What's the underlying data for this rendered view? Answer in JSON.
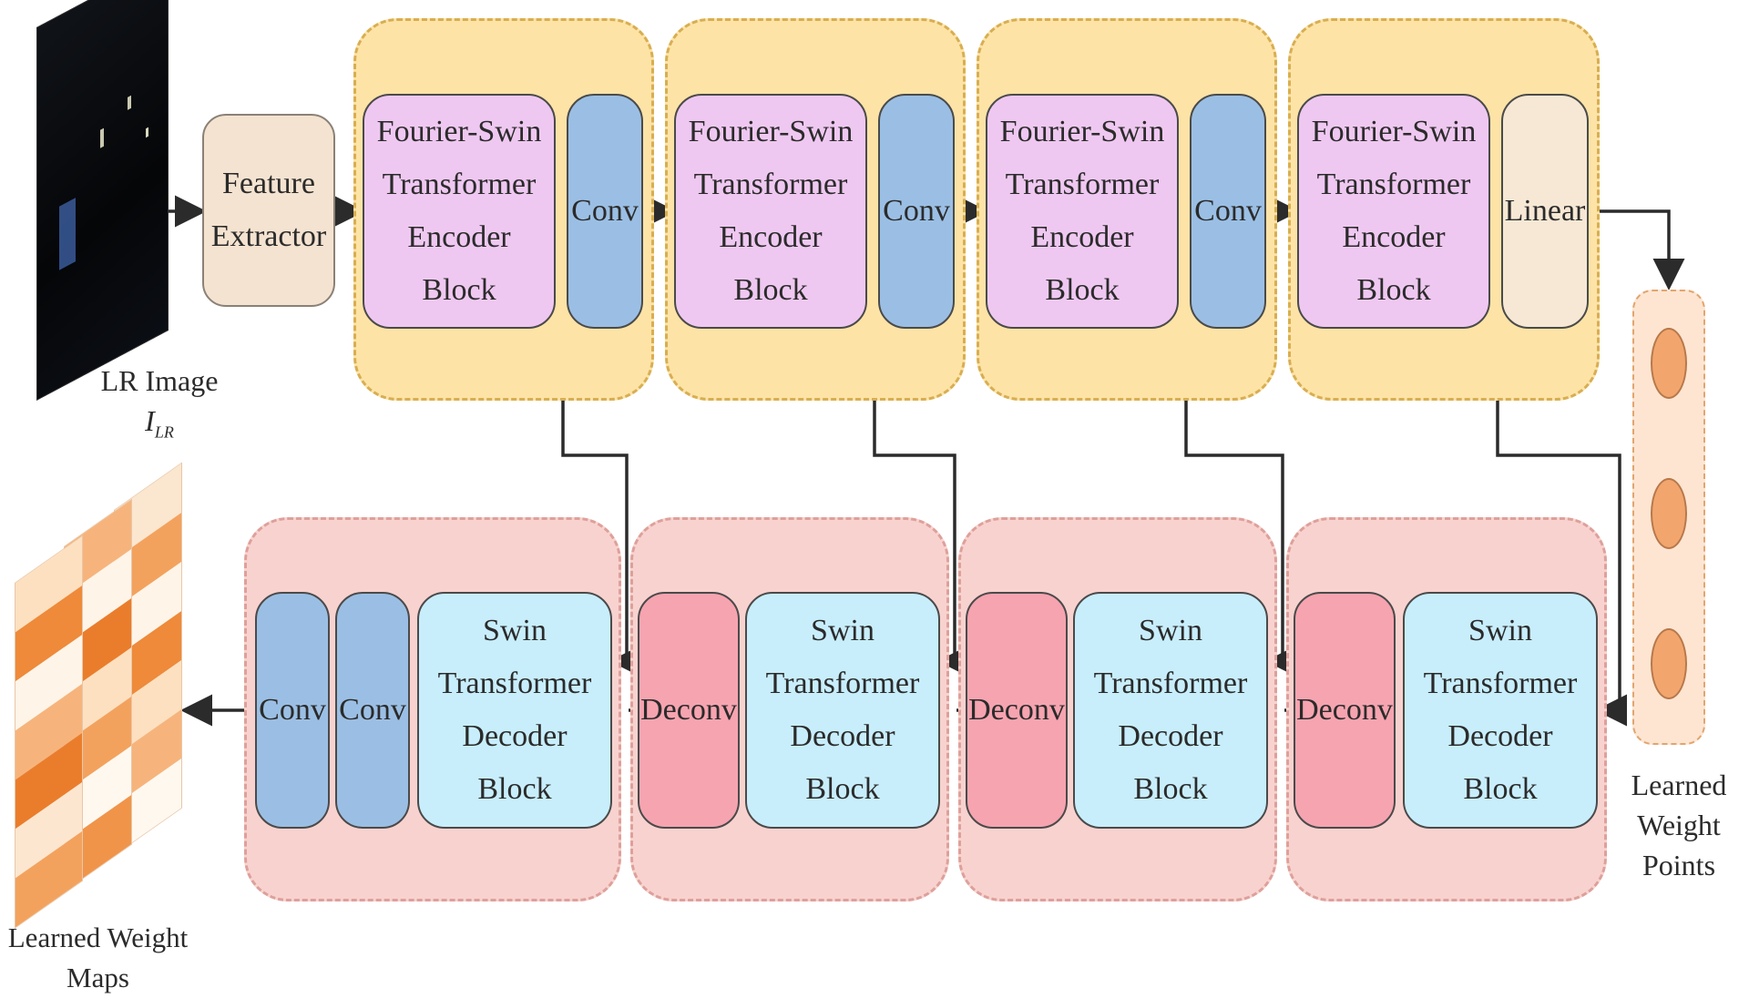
{
  "input": {
    "label_main": "LR Image ",
    "label_sym": "I",
    "label_sub": "LR"
  },
  "feature_extractor": {
    "lines": [
      "Feature",
      "Extractor"
    ]
  },
  "encoder": {
    "stages": [
      {
        "block_lines": [
          "Fourier-Swin",
          "Transformer",
          "Encoder",
          "Block"
        ],
        "side_label": "Conv"
      },
      {
        "block_lines": [
          "Fourier-Swin",
          "Transformer",
          "Encoder",
          "Block"
        ],
        "side_label": "Conv"
      },
      {
        "block_lines": [
          "Fourier-Swin",
          "Transformer",
          "Encoder",
          "Block"
        ],
        "side_label": "Conv"
      },
      {
        "block_lines": [
          "Fourier-Swin",
          "Transformer",
          "Encoder",
          "Block"
        ],
        "side_label": "Linear"
      }
    ]
  },
  "decoder": {
    "head": {
      "conv1": "Conv",
      "conv2": "Conv",
      "block_lines": [
        "Swin",
        "Transformer",
        "Decoder",
        "Block"
      ]
    },
    "stages": [
      {
        "up_label": "Deconv",
        "block_lines": [
          "Swin",
          "Transformer",
          "Decoder",
          "Block"
        ]
      },
      {
        "up_label": "Deconv",
        "block_lines": [
          "Swin",
          "Transformer",
          "Decoder",
          "Block"
        ]
      },
      {
        "up_label": "Deconv",
        "block_lines": [
          "Swin",
          "Transformer",
          "Decoder",
          "Block"
        ]
      }
    ]
  },
  "weight_points": {
    "lines": [
      "Learned",
      "Weight Points"
    ]
  },
  "weight_maps": {
    "label": "Learned Weight Maps"
  },
  "colors": {
    "encoder_group": "#fde3a6",
    "decoder_group": "#f8d2cf",
    "fourier_swin_block": "#efc8f1",
    "conv": "#9bbfe4",
    "linear": "#f6e8d4",
    "swin_block": "#c8eefc",
    "deconv": "#f6a4b0",
    "weight_point": "#f2a66e"
  }
}
